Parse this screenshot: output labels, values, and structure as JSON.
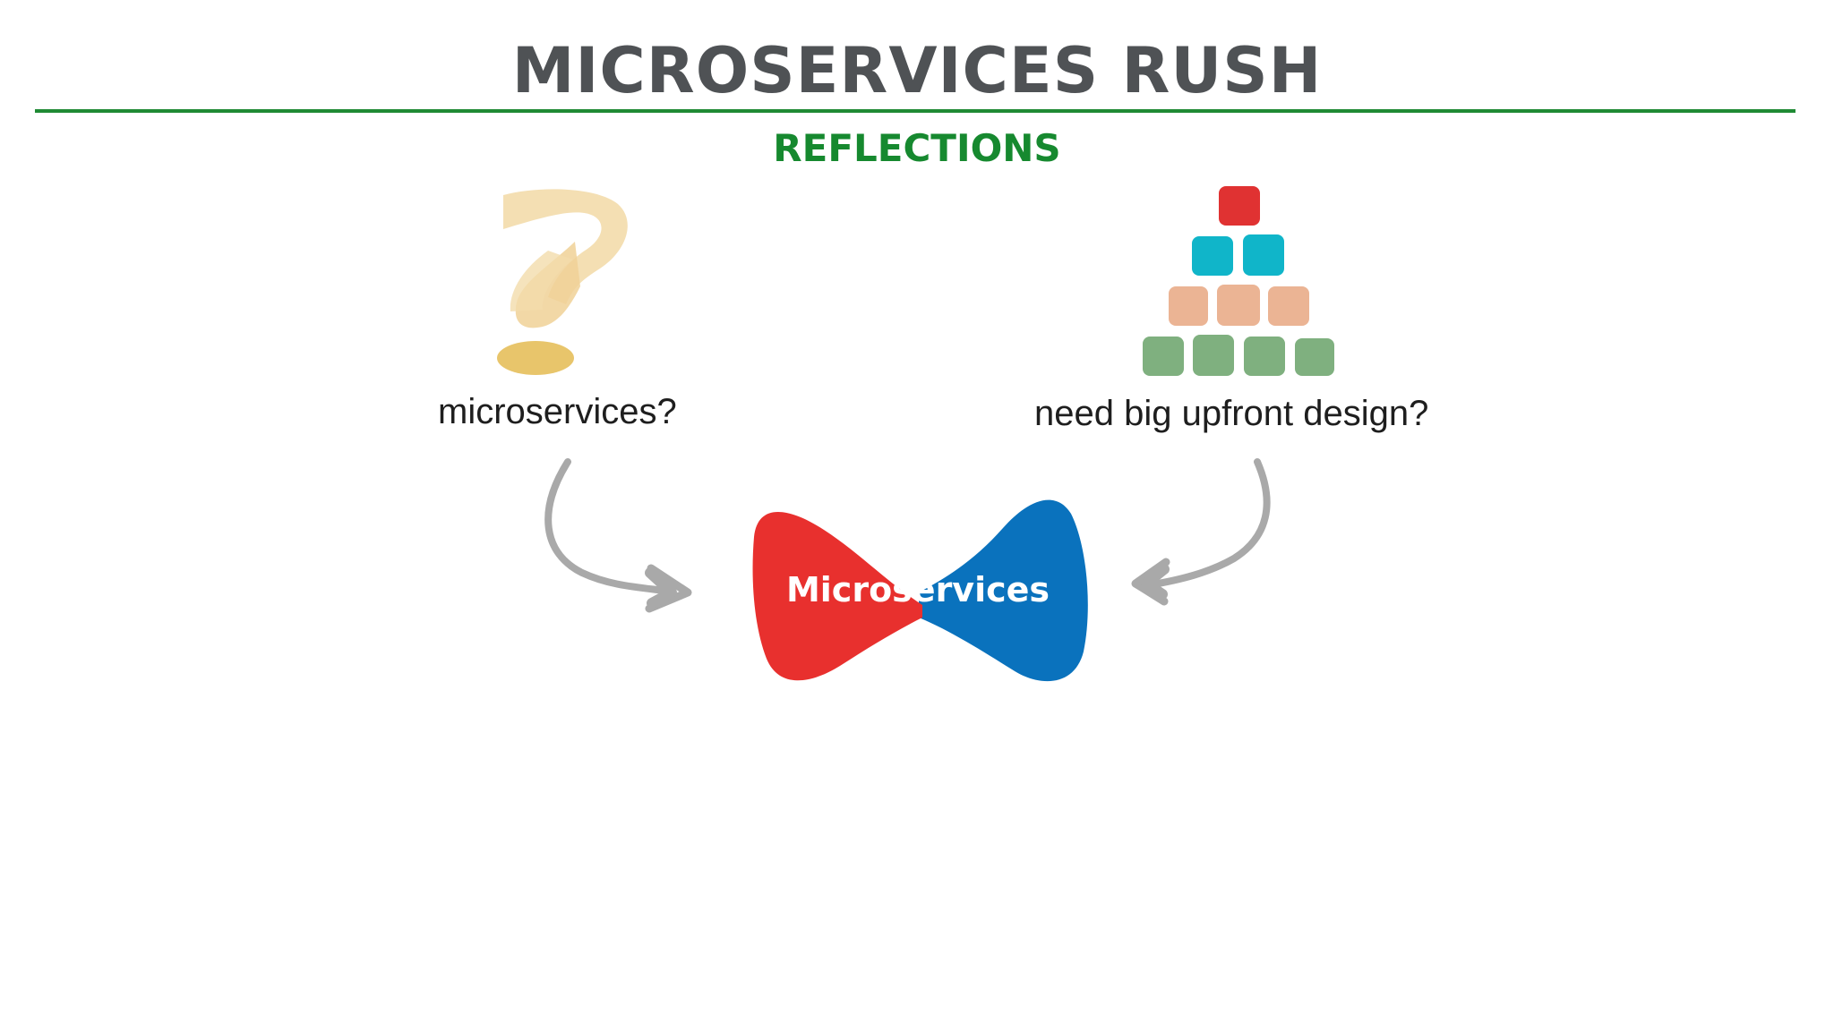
{
  "slide": {
    "title": "MICROSERVICES RUSH",
    "subtitle": "REFLECTIONS",
    "left_caption": "microservices?",
    "right_caption": "need big upfront design?",
    "center_label": "Microservices"
  },
  "icons": {
    "left": "question-mark-icon",
    "right": "block-pyramid-icon",
    "center": "bow-tie-shape"
  },
  "colors": {
    "title": "#4f5255",
    "accent_green": "#16892f",
    "rule": "#1f8a34",
    "question_mark": "#f3dcab",
    "question_dot": "#e8c56b",
    "pyramid_top": "#e03232",
    "pyramid_row2": "#10b5c9",
    "pyramid_row3": "#ebb494",
    "pyramid_row4": "#7fb07f",
    "bow_left": "#e8302e",
    "bow_right": "#0a72bd",
    "arrow": "#a9a9a9"
  }
}
